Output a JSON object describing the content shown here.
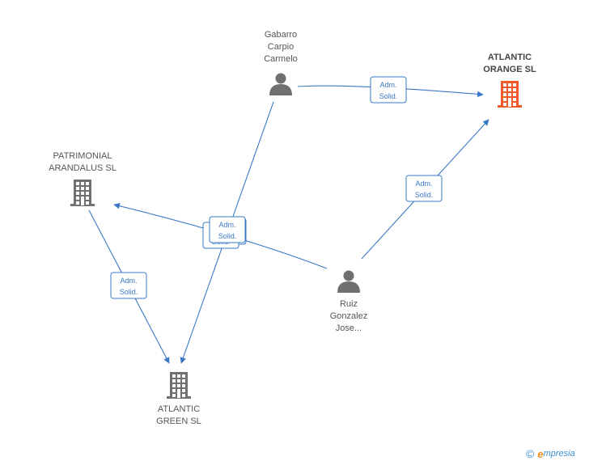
{
  "nodes": [
    {
      "id": "gabarro",
      "type": "person",
      "label": [
        "Gabarro",
        "Carpio",
        "Carmelo"
      ]
    },
    {
      "id": "atlantic_orange",
      "type": "company",
      "main": true,
      "label": [
        "ATLANTIC",
        "ORANGE SL"
      ]
    },
    {
      "id": "patrimonial",
      "type": "company",
      "label": [
        "PATRIMONIAL",
        "ARANDALUS SL"
      ]
    },
    {
      "id": "ruiz",
      "type": "person",
      "label": [
        "Ruiz",
        "Gonzalez",
        "Jose..."
      ]
    },
    {
      "id": "atlantic_green",
      "type": "company",
      "label": [
        "ATLANTIC",
        "GREEN SL"
      ]
    }
  ],
  "edges": [
    {
      "from": "gabarro",
      "to": "atlantic_orange",
      "label": [
        "Adm.",
        "Solid."
      ]
    },
    {
      "from": "ruiz",
      "to": "atlantic_orange",
      "label": [
        "Adm.",
        "Solid."
      ]
    },
    {
      "from": "ruiz",
      "to": "patrimonial",
      "label": [
        "Adm.",
        "Solid."
      ]
    },
    {
      "from": "gabarro",
      "to": "atlantic_green",
      "label": [
        "Adm.",
        "Solid."
      ]
    },
    {
      "from": "patrimonial",
      "to": "atlantic_green",
      "label": [
        "Adm.",
        "Solid."
      ]
    }
  ],
  "colors": {
    "edge": "#3a78c6",
    "icon": "#707070",
    "main_icon": "#f05a28",
    "badge_border": "#3a78c6"
  },
  "footer": {
    "copyright_symbol": "©",
    "brand_initial": "e",
    "brand_rest": "mpresia"
  }
}
